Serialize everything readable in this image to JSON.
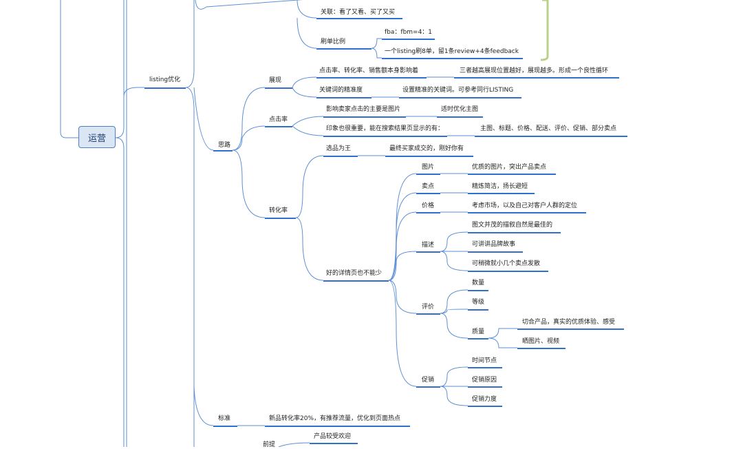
{
  "root": {
    "label": "运营"
  },
  "branches": {
    "listing": "listing优化",
    "silu": "思路",
    "biaozhun": "标准",
    "qianti": "前提"
  },
  "top": {
    "guanlian": "关联：看了又看、买了又买",
    "shuadan": "刷单比例",
    "fba": "fba：fbm=4：1",
    "listing_rule": "一个listing刷8单，留1条review+4条feedback"
  },
  "zhanxian": {
    "label": "展现",
    "c1": "点击率、转化率、销售额本身影响着",
    "c1_note": "三者越高展现位置越好，展现越多。形成一个良性循环",
    "c2": "关键词的精准度",
    "c2_note": "设置精准的关键词。可参考同行LISTING"
  },
  "dianjilv": {
    "label": "点击率",
    "c1": "影响卖家点击的主要是图片",
    "c1_note": "适时优化主图",
    "c2": "印象也很重要，能在搜索结果页显示的有：",
    "c2_note": "主图、标题、价格、配送、评价、促销、部分卖点"
  },
  "zhuanhualv": {
    "label": "转化率",
    "xuanpin": "选品为王",
    "xuanpin_note": "最终买家成交的，刚好你有",
    "xiangqing": "好的详情页也不能少",
    "tupian": "图片",
    "tupian_note": "优质的图片，突出产品卖点",
    "maidian": "卖点",
    "maidian_note": "精炼简洁，扬长避短",
    "jiage": "价格",
    "jiage_note": "考虑市场，以及自己对客户人群的定位",
    "miaoshu": "描述",
    "miaoshu_1": "图文并茂的描叙自然是最佳的",
    "miaoshu_2": "可讲讲品牌故事",
    "miaoshu_3": "可稍微就小几个卖点发散",
    "pingjia": "评价",
    "shuliang": "数量",
    "dengji": "等级",
    "zhiliang": "质量",
    "zhiliang_1": "切合产品，真实的优质体验、感受",
    "zhiliang_2": "晒图片、视频",
    "cuxiao": "促销",
    "cuxiao_1": "时间节点",
    "cuxiao_2": "促销原因",
    "cuxiao_3": "促销力度"
  },
  "biaozhun": {
    "note": "新品转化率20%，有推荐流量，优化到页面热点"
  },
  "qianti": {
    "c1": "产品较受欢迎"
  },
  "colors": {
    "edge": "#5b8fd6",
    "underline": "#2e6fd0",
    "bracket": "#b7d08a",
    "root_fill": "#dbe6f4",
    "root_border": "#4a7fc1"
  }
}
